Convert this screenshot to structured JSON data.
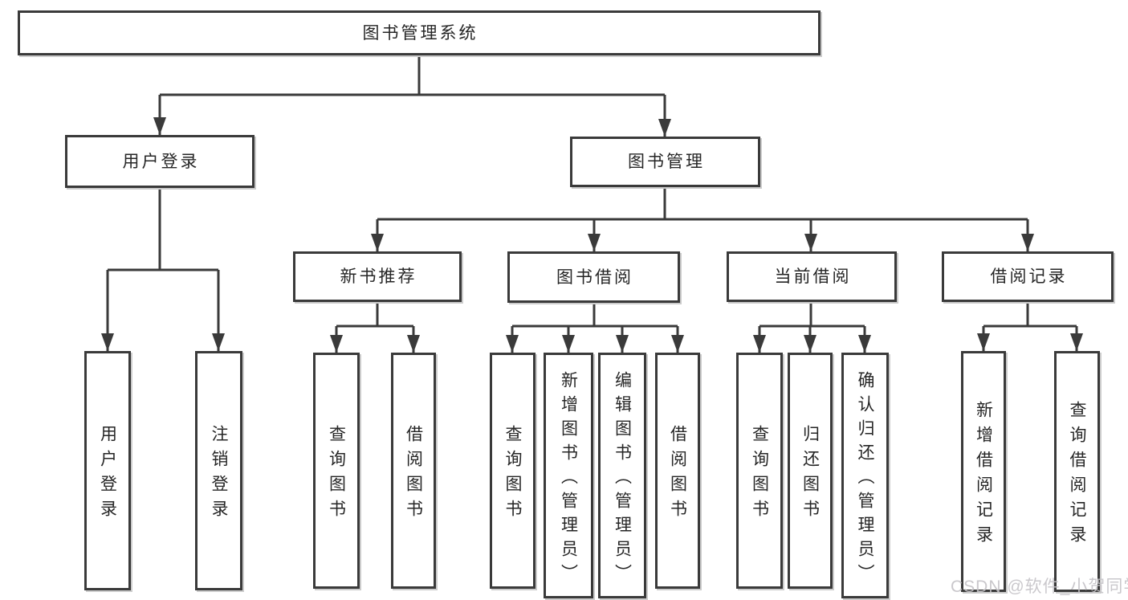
{
  "diagram_title": "图书管理系统",
  "watermark": "CSDN @软件_小贺同学",
  "colors": {
    "line": "#3a3a3a",
    "box_border": "#3a3a3a",
    "box_background": "#ffffff",
    "text": "#262626",
    "watermark": "#c5c3c7"
  },
  "nodes": {
    "root": {
      "label": "图书管理系统"
    },
    "user_login": {
      "label": "用户登录"
    },
    "book_mgmt": {
      "label": "图书管理"
    },
    "new_book_rec": {
      "label": "新书推荐"
    },
    "book_borrow": {
      "label": "图书借阅"
    },
    "current_borrow": {
      "label": "当前借阅"
    },
    "borrow_record": {
      "label": "借阅记录"
    },
    "leaf_user_login": {
      "label": "用户登录"
    },
    "leaf_logout": {
      "label": "注销登录"
    },
    "leaf_query_books_1": {
      "label": "查询图书"
    },
    "leaf_borrow_books_1": {
      "label": "借阅图书"
    },
    "leaf_query_books_2": {
      "label": "查询图书"
    },
    "leaf_add_books": {
      "label": "新增图书（管理员）"
    },
    "leaf_edit_books": {
      "label": "编辑图书（管理员）"
    },
    "leaf_borrow_books_2": {
      "label": "借阅图书"
    },
    "leaf_query_books_3": {
      "label": "查询图书"
    },
    "leaf_return_books": {
      "label": "归还图书"
    },
    "leaf_confirm_return": {
      "label": "确认归还（管理员）"
    },
    "leaf_add_record": {
      "label": "新增借阅记录"
    },
    "leaf_query_record": {
      "label": "查询借阅记录"
    }
  },
  "hierarchy": {
    "图书管理系统": [
      "用户登录",
      "图书管理"
    ],
    "用户登录": [
      "用户登录",
      "注销登录"
    ],
    "图书管理": [
      "新书推荐",
      "图书借阅",
      "当前借阅",
      "借阅记录"
    ],
    "新书推荐": [
      "查询图书",
      "借阅图书"
    ],
    "图书借阅": [
      "查询图书",
      "新增图书（管理员）",
      "编辑图书（管理员）",
      "借阅图书"
    ],
    "当前借阅": [
      "查询图书",
      "归还图书",
      "确认归还（管理员）"
    ],
    "借阅记录": [
      "新增借阅记录",
      "查询借阅记录"
    ]
  }
}
